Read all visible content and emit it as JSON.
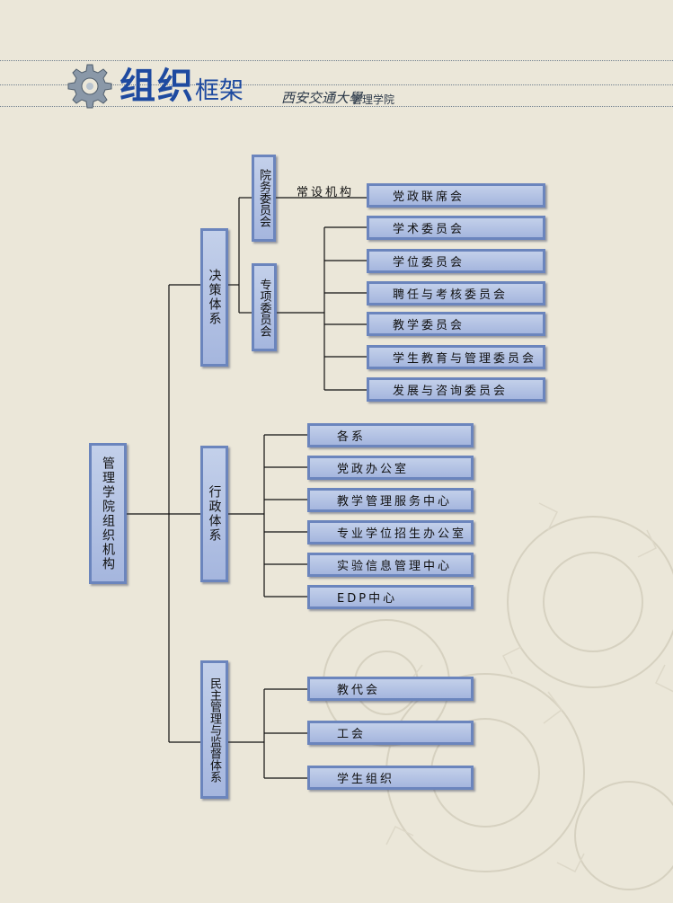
{
  "header": {
    "title_main": "组织",
    "title_sub": "框架",
    "university": "西安交通大學",
    "school": "管理学院",
    "logo_icon": "gear-icon"
  },
  "diagram": {
    "root": "管理学院组织机构",
    "decision": {
      "label": "决策体系",
      "standing": {
        "label": "院务委员会",
        "connector_label": "常设机构",
        "items": [
          "党政联席会"
        ]
      },
      "special": {
        "label": "专项委员会",
        "items": [
          "学术委员会",
          "学位委员会",
          "聘任与考核委员会",
          "教学委员会",
          "学生教育与管理委员会",
          "发展与咨询委员会"
        ]
      }
    },
    "admin": {
      "label": "行政体系",
      "items": [
        "各系",
        "党政办公室",
        "教学管理服务中心",
        "专业学位招生办公室",
        "实验信息管理中心",
        "EDP中心"
      ]
    },
    "democratic": {
      "label": "民主管理与监督体系",
      "items": [
        "教代会",
        "工会",
        "学生组织"
      ]
    }
  },
  "colors": {
    "background": "#ebe7d9",
    "box_fill": "#b2c1e3",
    "box_border": "#6b85bd",
    "title": "#1e4aa0",
    "line": "#111111"
  }
}
